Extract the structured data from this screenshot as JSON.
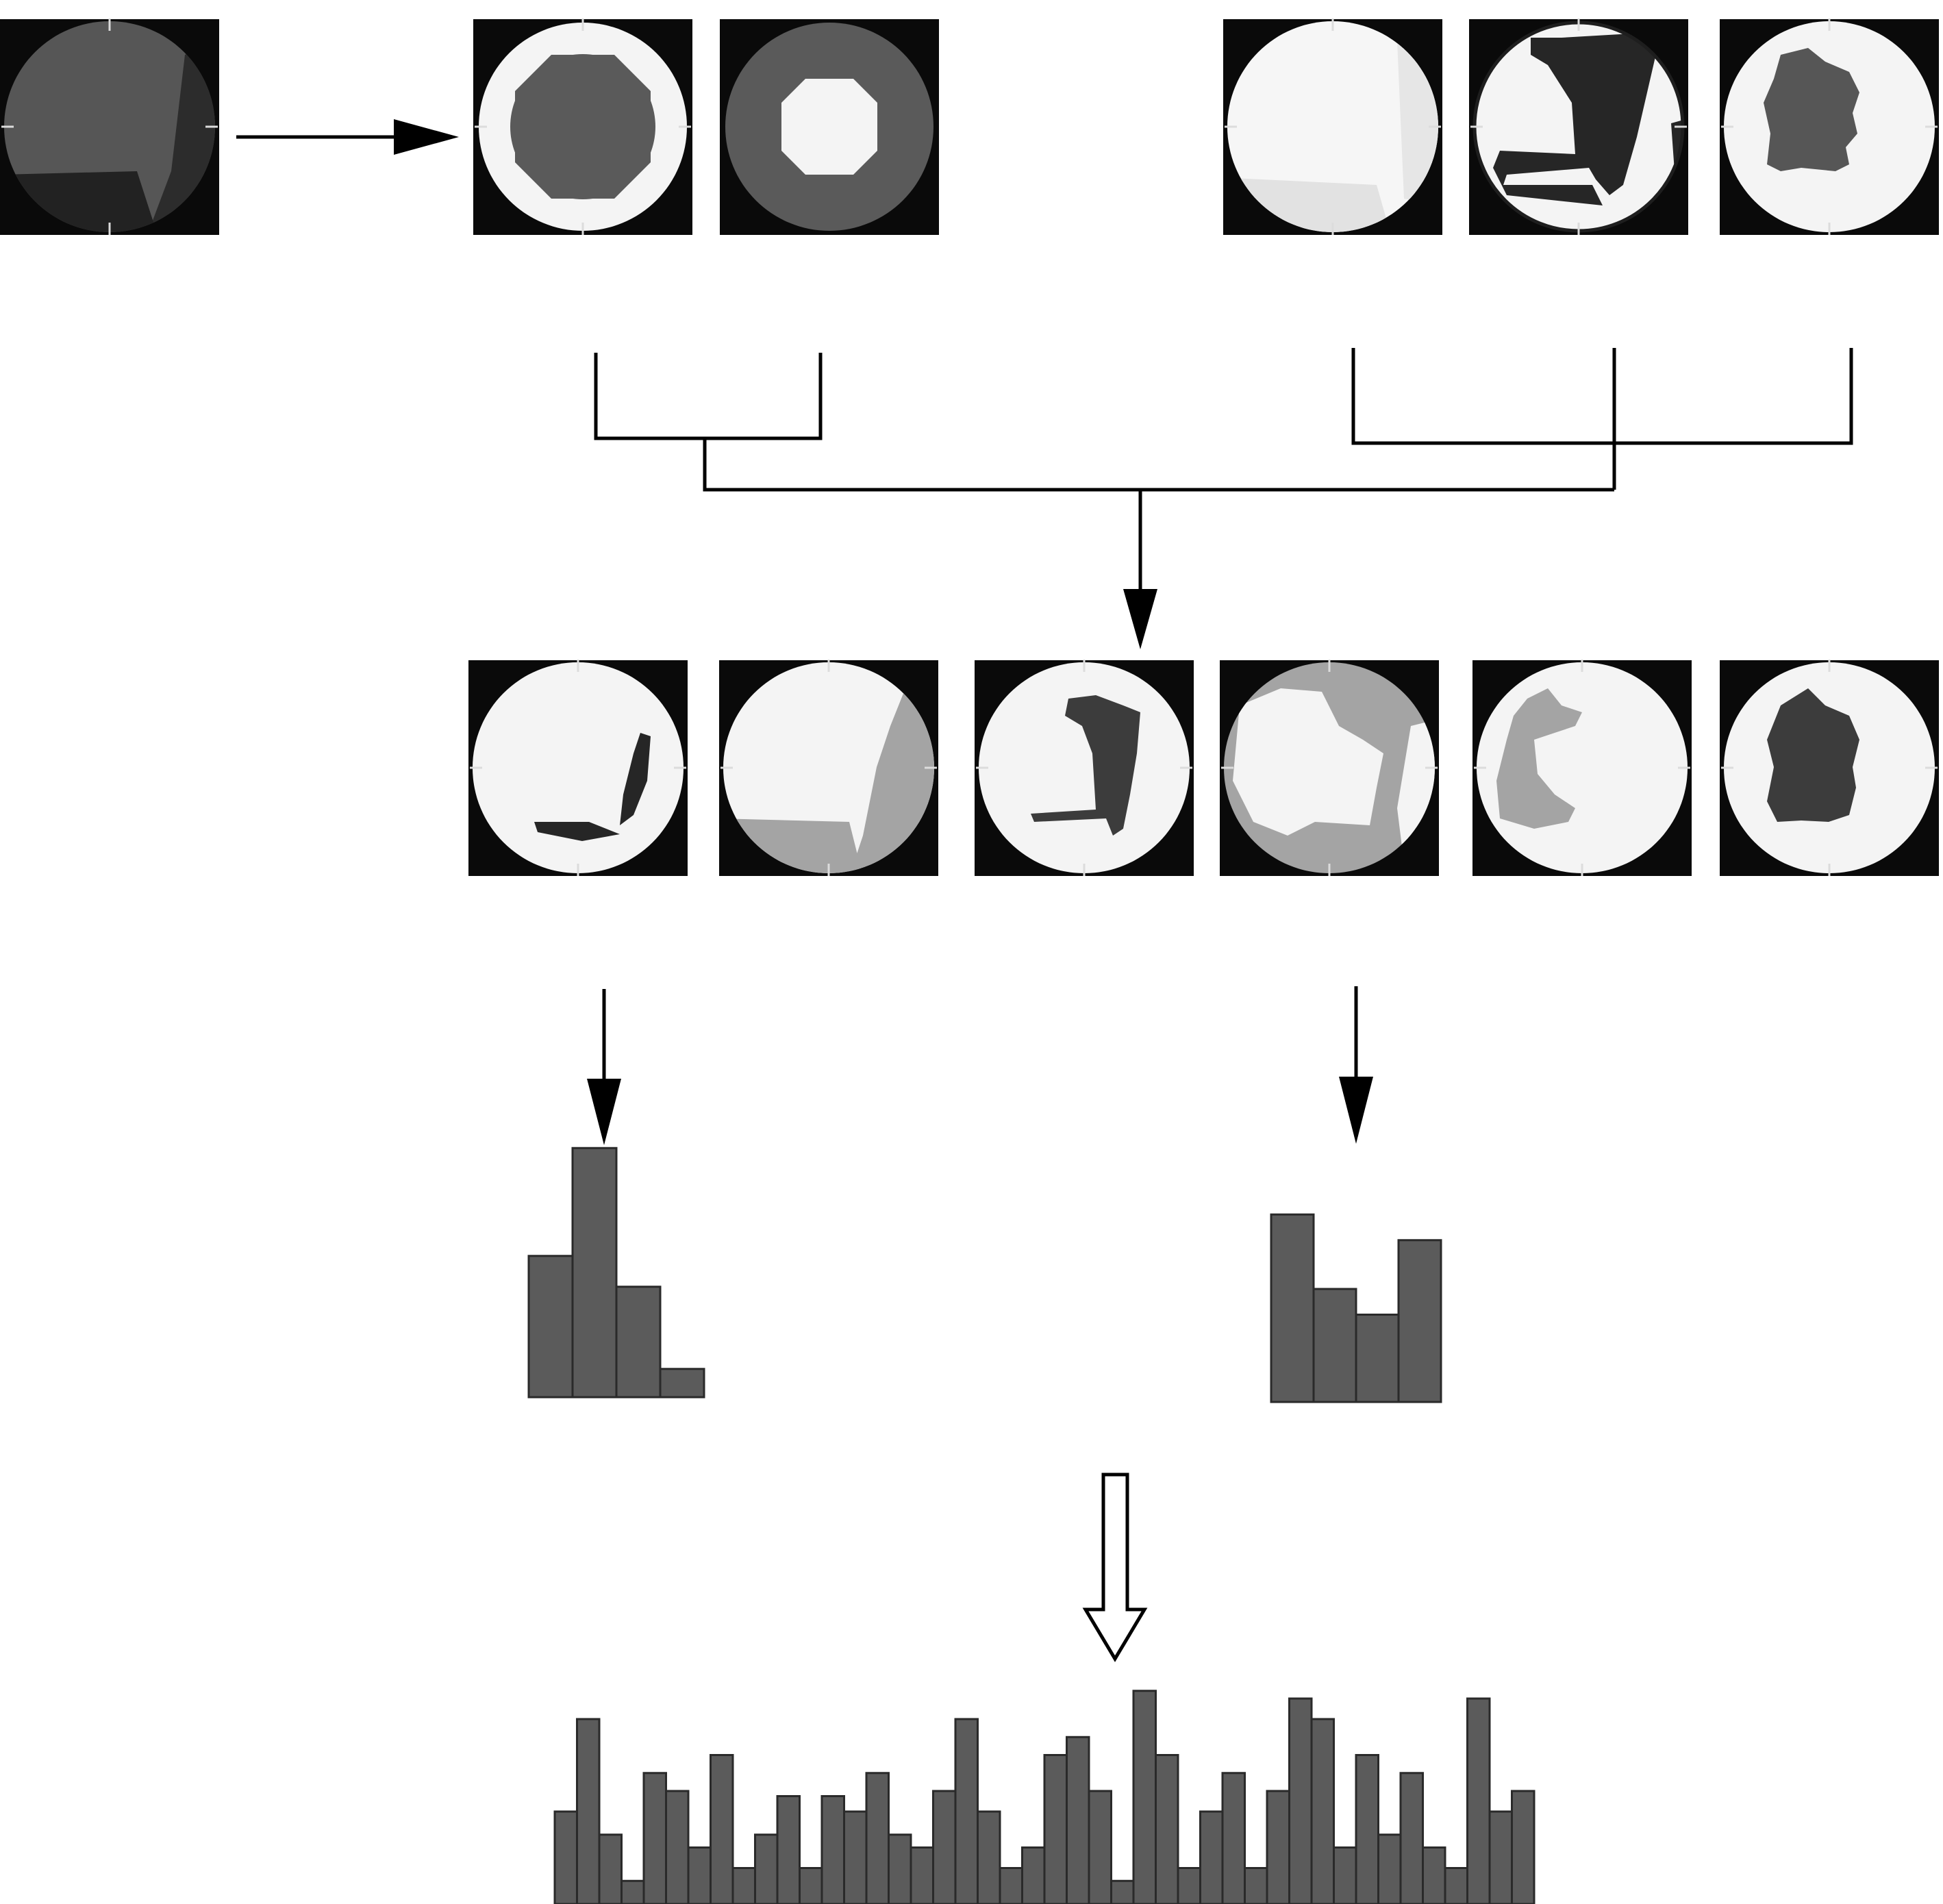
{
  "colors": {
    "background": "#ffffff",
    "tile_bg": "#0a0a0a",
    "disk_white": "#f4f4f4",
    "region_dark": "#3c3c3c",
    "region_mid": "#5a5a5a",
    "region_light": "#a4a4a4",
    "bar_fill": "#5b5b5b",
    "bar_stroke": "#2a2a2a",
    "line": "#000000"
  },
  "source_image": {
    "icon": "photo-tile-icon"
  },
  "mask_tiles": [
    {
      "icon": "ring-mask-icon"
    },
    {
      "icon": "center-mask-icon"
    }
  ],
  "segment_tiles": [
    {
      "icon": "segment-full-icon"
    },
    {
      "icon": "segment-dark-icon"
    },
    {
      "icon": "segment-blob-icon"
    }
  ],
  "combined_tiles": [
    {
      "icon": "combined-ring-dark-icon"
    },
    {
      "icon": "combined-ring-light-icon"
    },
    {
      "icon": "combined-center-dark-icon"
    },
    {
      "icon": "combined-ring-light2-icon"
    },
    {
      "icon": "combined-center-light-icon"
    },
    {
      "icon": "combined-center-blob-icon"
    }
  ],
  "chart_data": [
    {
      "type": "bar",
      "values": [
        0.55,
        0.97,
        0.43,
        0.11
      ]
    },
    {
      "type": "bar",
      "values": [
        0.73,
        0.44,
        0.34,
        0.63
      ]
    },
    {
      "type": "bar",
      "values": [
        0.36,
        0.72,
        0.27,
        0.09,
        0.51,
        0.44,
        0.22,
        0.58,
        0.14,
        0.27,
        0.42,
        0.14,
        0.42,
        0.36,
        0.51,
        0.27,
        0.22,
        0.44,
        0.72,
        0.36,
        0.14,
        0.22,
        0.58,
        0.65,
        0.44,
        0.09,
        0.83,
        0.58,
        0.14,
        0.36,
        0.51,
        0.14,
        0.44,
        0.8,
        0.72,
        0.22,
        0.58,
        0.27,
        0.51,
        0.22,
        0.14,
        0.8,
        0.36,
        0.44
      ]
    }
  ]
}
